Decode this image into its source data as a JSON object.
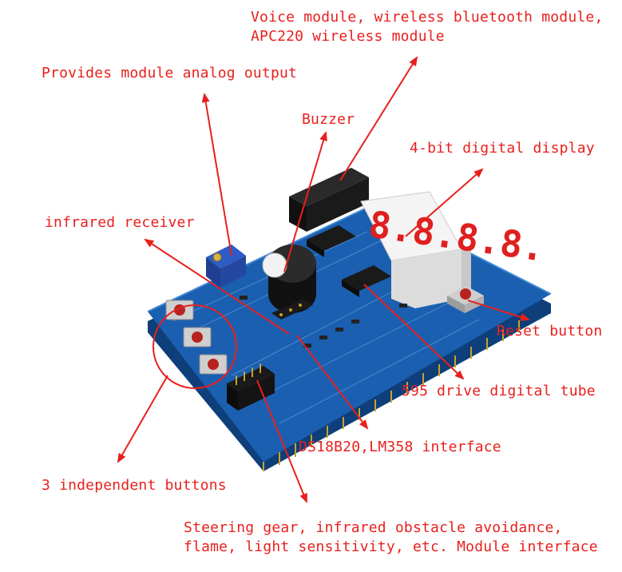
{
  "colors": {
    "annotation": "#e8201d",
    "pcb": "#1b5fb0",
    "pcb_dark": "#12488a",
    "silkscreen": "#ffffff",
    "display_red": "#e01f1f",
    "header_black": "#1a1a1a",
    "button_red": "#b8231f",
    "pin_gold": "#c9a227",
    "background": "#ffffff"
  },
  "labels": {
    "voice_module": [
      "Voice module, wireless bluetooth module,",
      "APC220 wireless module"
    ],
    "analog_output": "Provides module analog output",
    "buzzer": "Buzzer",
    "digital_display": "4-bit digital display",
    "infrared_receiver": "infrared receiver",
    "reset_button": "Reset button",
    "drive_595": "595 drive digital tube",
    "ds18b20": "DS18B20,LM358 interface",
    "independent_buttons": "3 independent buttons",
    "module_interface": [
      "Steering gear, infrared obstacle avoidance,",
      "flame, light sensitivity, etc. Module interface"
    ]
  },
  "board": {
    "display_digits": "8.8.8.8."
  },
  "icons": {
    "potentiometer": "potentiometer-icon",
    "buzzer": "buzzer-icon",
    "seven_segment": "seven-segment-display-icon",
    "push_button": "push-button-icon",
    "ic_chip": "ic-chip-icon",
    "pin_header": "pin-header-icon"
  }
}
